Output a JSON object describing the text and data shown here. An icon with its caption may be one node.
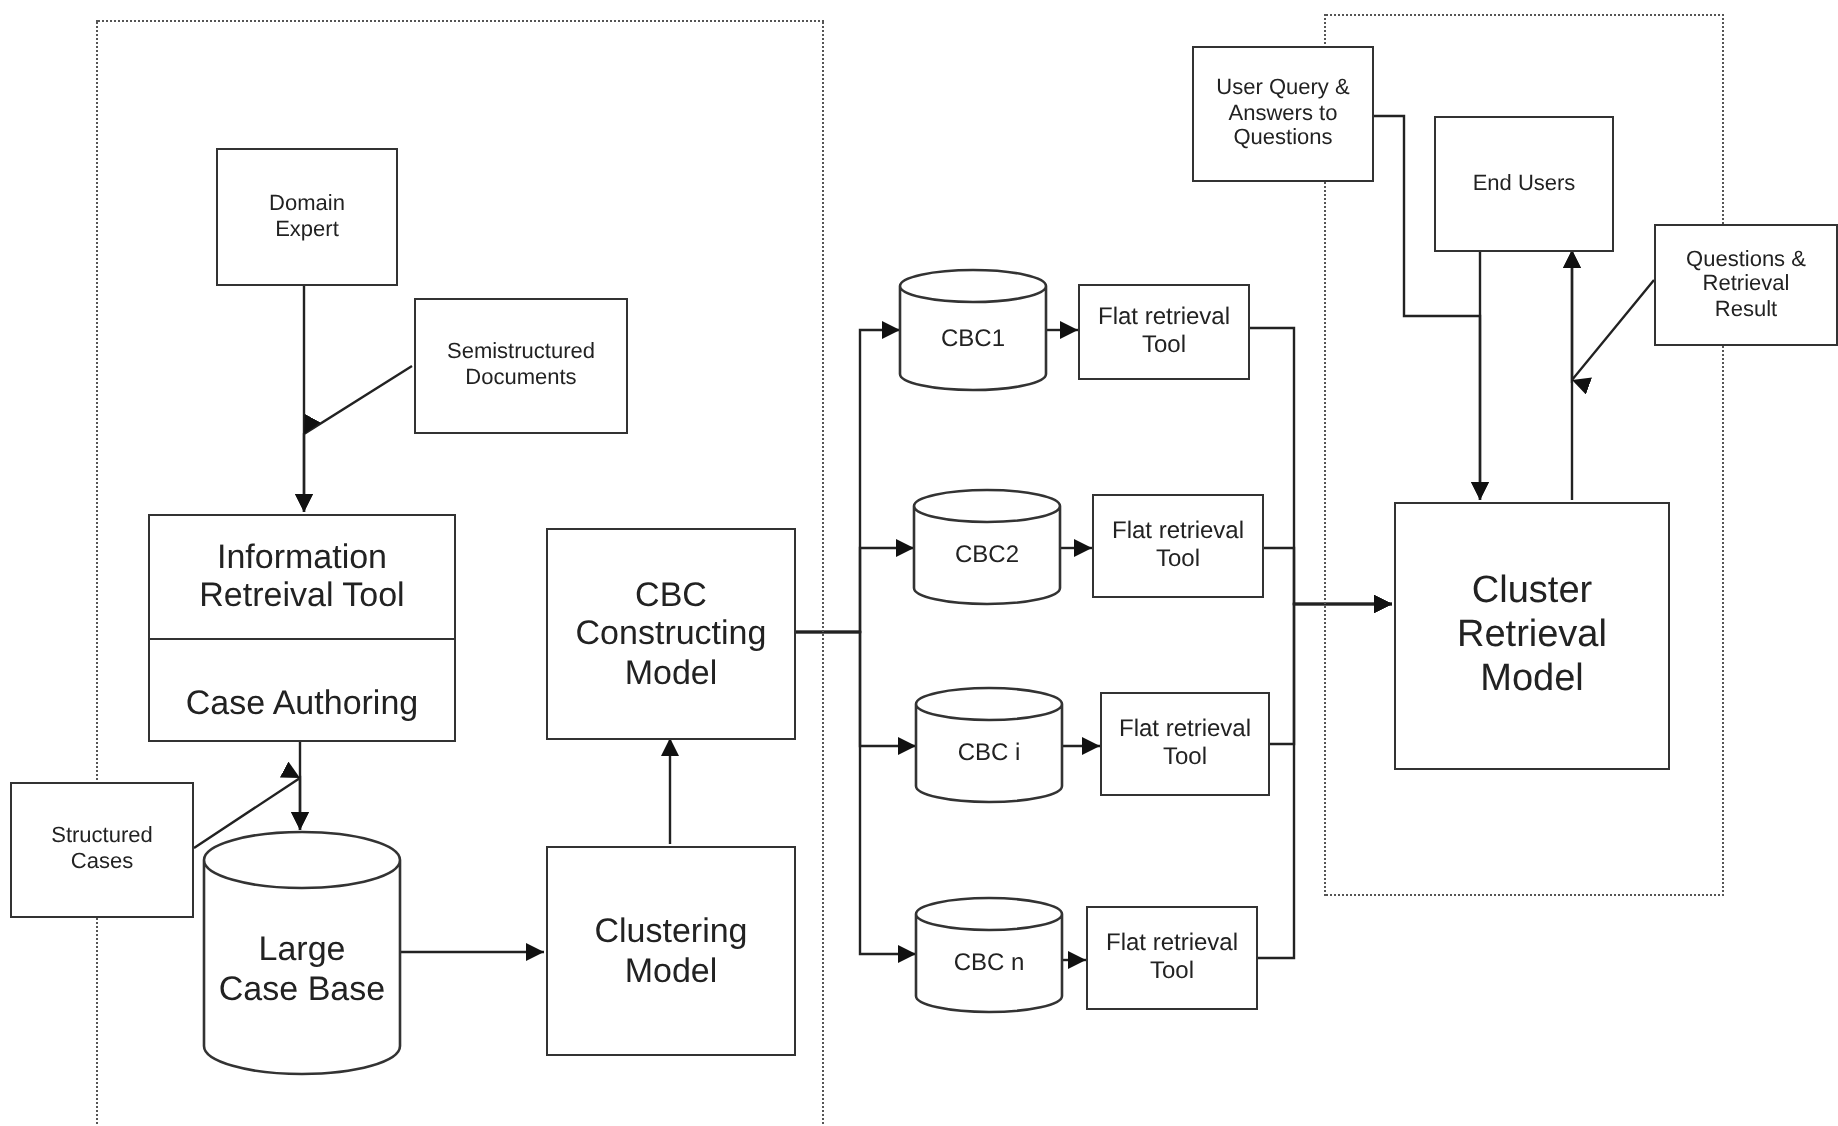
{
  "diagram": {
    "nodes": [
      {
        "text": [],
        "shape": "box"
      },
      {
        "text": [
          "Domain Expert"
        ],
        "in": 0
      },
      {
        "text": [
          "Semistructured Documents"
        ],
        "in": 0
      },
      {
        "text": [
          "Information Retreival Tool",
          "Case Authoring"
        ],
        "in": 0
      },
      {
        "text": [
          "Structured Cases"
        ]
      },
      {
        "text": [
          "Large Case Base"
        ],
        "in": 0
      },
      {
        "text": [
          "CBC Constructing Model"
        ],
        "in": 0
      },
      {
        "text": [
          "Clustering Model"
        ],
        "in": 0
      },
      {
        "text": [
          "CBC1"
        ]
      },
      {
        "text": [
          "Flat retrieval Tool"
        ]
      },
      {
        "text": [
          "CBC2"
        ]
      },
      {
        "text": [
          "Flat retrieval Tool"
        ]
      },
      {
        "text": [
          "CBC i"
        ]
      },
      {
        "text": [
          "Flat retrieval Tool"
        ]
      },
      {
        "text": [
          "CBC n"
        ]
      },
      {
        "text": [
          "Flat retrieval Tool"
        ]
      },
      {
        "text": [],
        "shape": "box"
      },
      {
        "text": [
          "User Query & Answers to Questions"
        ]
      },
      {
        "text": [
          "End Users"
        ],
        "in": 16
      },
      {
        "text": [
          "Questions & Retrieval Result"
        ]
      },
      {
        "text": [
          "Cluster Retrieval Model"
        ],
        "in": 16
      }
    ],
    "edges": [
      {
        "from": 1,
        "to": 3,
        "arrow": "to"
      },
      {
        "from": 2,
        "to": 3,
        "arrow": "to"
      },
      {
        "from": 3,
        "to": 5,
        "arrow": "to"
      },
      {
        "from": 4,
        "to": 5,
        "arrow": "to"
      },
      {
        "from": 5,
        "to": 7,
        "arrow": "to"
      },
      {
        "from": 7,
        "to": 6,
        "arrow": "to"
      },
      {
        "from": 6,
        "to": 8,
        "arrow": "to"
      },
      {
        "from": 6,
        "to": 10,
        "arrow": "to"
      },
      {
        "from": 6,
        "to": 12,
        "arrow": "to"
      },
      {
        "from": 6,
        "to": 14,
        "arrow": "to"
      },
      {
        "from": 8,
        "to": 9,
        "arrow": "to"
      },
      {
        "from": 10,
        "to": 11,
        "arrow": "to"
      },
      {
        "from": 12,
        "to": 13,
        "arrow": "to"
      },
      {
        "from": 14,
        "to": 15,
        "arrow": "to"
      },
      {
        "from": 9,
        "to": 20,
        "arrow": "to"
      },
      {
        "from": 11,
        "to": 20,
        "arrow": "to"
      },
      {
        "from": 13,
        "to": 20,
        "arrow": "to"
      },
      {
        "from": 15,
        "to": 20,
        "arrow": "to"
      },
      {
        "from": 17,
        "to": 20,
        "arrow": "to"
      },
      {
        "from": 18,
        "to": 20,
        "arrow": "to"
      },
      {
        "from": 20,
        "to": 18,
        "arrow": "to"
      },
      {
        "from": 19,
        "to": 18,
        "arrow": "to"
      }
    ]
  }
}
